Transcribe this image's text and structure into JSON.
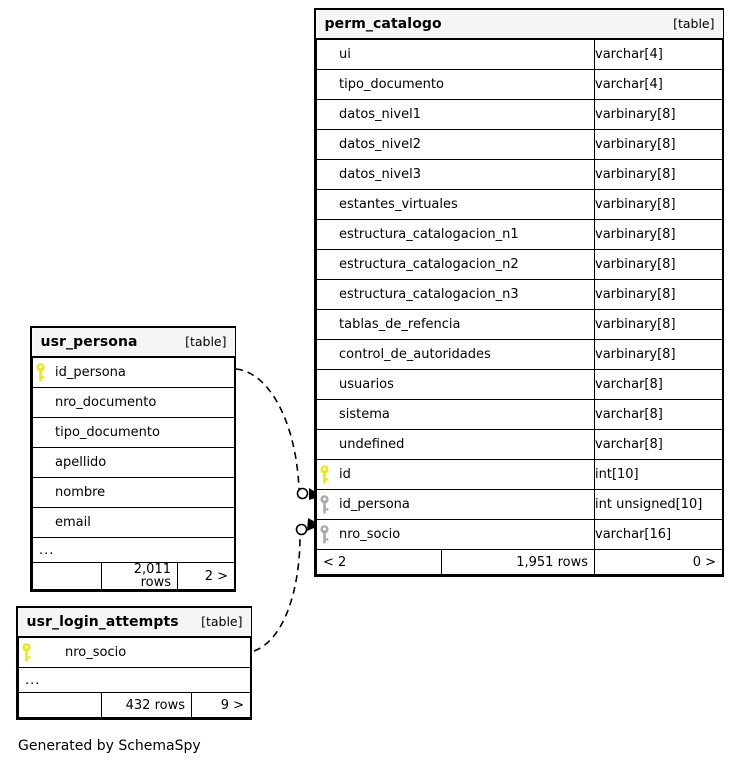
{
  "diagram": {
    "caption": "Generated by SchemaSpy",
    "table_tag": "[table]",
    "ellipsis": "...",
    "colors": {
      "primary_key": "#e8e817",
      "foreign_key": "#aaaaaa",
      "header_background": "#f5f5f5",
      "border": "#000000",
      "background": "#ffffff"
    }
  },
  "entities": {
    "perm_catalogo": {
      "name": "perm_catalogo",
      "tag": "[table]",
      "columns": [
        {
          "name": "ui",
          "type": "varchar[4]",
          "key": "none"
        },
        {
          "name": "tipo_documento",
          "type": "varchar[4]",
          "key": "none"
        },
        {
          "name": "datos_nivel1",
          "type": "varbinary[8]",
          "key": "none"
        },
        {
          "name": "datos_nivel2",
          "type": "varbinary[8]",
          "key": "none"
        },
        {
          "name": "datos_nivel3",
          "type": "varbinary[8]",
          "key": "none"
        },
        {
          "name": "estantes_virtuales",
          "type": "varbinary[8]",
          "key": "none"
        },
        {
          "name": "estructura_catalogacion_n1",
          "type": "varbinary[8]",
          "key": "none"
        },
        {
          "name": "estructura_catalogacion_n2",
          "type": "varbinary[8]",
          "key": "none"
        },
        {
          "name": "estructura_catalogacion_n3",
          "type": "varbinary[8]",
          "key": "none"
        },
        {
          "name": "tablas_de_refencia",
          "type": "varbinary[8]",
          "key": "none"
        },
        {
          "name": "control_de_autoridades",
          "type": "varbinary[8]",
          "key": "none"
        },
        {
          "name": "usuarios",
          "type": "varchar[8]",
          "key": "none"
        },
        {
          "name": "sistema",
          "type": "varchar[8]",
          "key": "none"
        },
        {
          "name": "undefined",
          "type": "varchar[8]",
          "key": "none"
        },
        {
          "name": "id",
          "type": "int[10]",
          "key": "primary"
        },
        {
          "name": "id_persona",
          "type": "int unsigned[10]",
          "key": "foreign"
        },
        {
          "name": "nro_socio",
          "type": "varchar[16]",
          "key": "foreign"
        }
      ],
      "footer": {
        "left": "< 2",
        "center": "1,951 rows",
        "right": "0 >"
      }
    },
    "usr_persona": {
      "name": "usr_persona",
      "tag": "[table]",
      "columns": [
        {
          "name": "id_persona",
          "key": "primary"
        },
        {
          "name": "nro_documento",
          "key": "none"
        },
        {
          "name": "tipo_documento",
          "key": "none"
        },
        {
          "name": "apellido",
          "key": "none"
        },
        {
          "name": "nombre",
          "key": "none"
        },
        {
          "name": "email",
          "key": "none"
        }
      ],
      "truncated": "...",
      "footer": {
        "left": "",
        "center": "2,011 rows",
        "right": "2 >"
      }
    },
    "usr_login_attempts": {
      "name": "usr_login_attempts",
      "tag": "[table]",
      "columns": [
        {
          "name": "nro_socio",
          "key": "primary"
        }
      ],
      "truncated": "...",
      "footer": {
        "left": "",
        "center": "432 rows",
        "right": "9 >"
      }
    }
  },
  "relationships": [
    {
      "from_table": "usr_persona",
      "from_column": "id_persona",
      "to_table": "perm_catalogo",
      "to_column": "id_persona",
      "style": "dashed"
    },
    {
      "from_table": "usr_login_attempts",
      "from_column": "nro_socio",
      "to_table": "perm_catalogo",
      "to_column": "nro_socio",
      "style": "dashed"
    }
  ]
}
